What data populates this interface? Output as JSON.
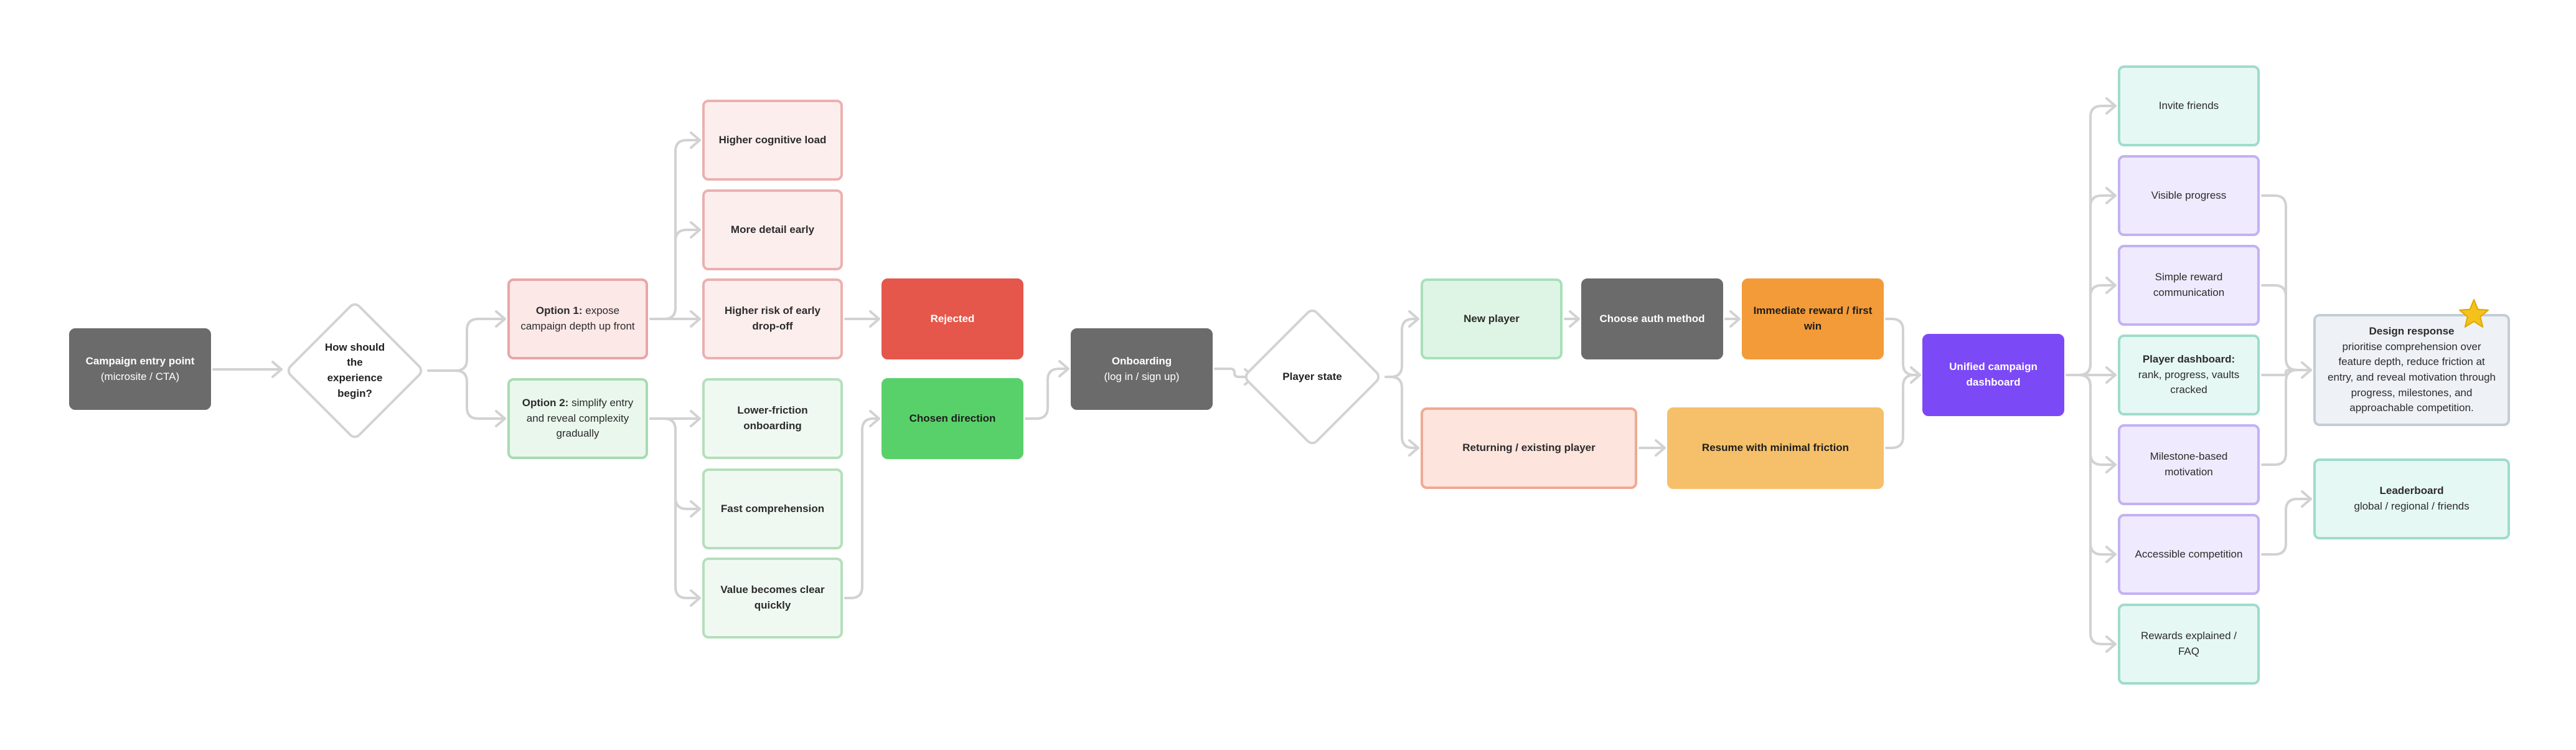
{
  "nodes": {
    "entry": {
      "title": "Campaign entry point",
      "sub": "(microsite / CTA)"
    },
    "question": {
      "text": "How should the experience begin?"
    },
    "option1": {
      "label": "Option 1:",
      "text": " expose campaign depth up front"
    },
    "option2": {
      "label": "Option 2:",
      "text": " simplify entry and reveal complexity gradually"
    },
    "o1_effects": [
      "Higher cognitive load",
      "More detail early",
      "Higher risk of early drop-off"
    ],
    "o2_effects": [
      "Lower-friction onboarding",
      "Fast comprehension",
      "Value becomes clear quickly"
    ],
    "rejected": "Rejected",
    "chosen": "Chosen direction",
    "onboarding": {
      "title": "Onboarding",
      "sub": "(log in / sign up)"
    },
    "player_state": "Player state",
    "new_player": "New player",
    "auth": "Choose auth method",
    "reward": "Immediate reward / first win",
    "returning": "Returning / existing player",
    "resume": "Resume with minimal friction",
    "dashboard": "Unified campaign dashboard",
    "features": [
      {
        "text": "Invite friends",
        "style": "teal"
      },
      {
        "text": "Visible progress",
        "style": "lav"
      },
      {
        "text": "Simple reward communication",
        "style": "lav"
      },
      {
        "label": "Player dashboard:",
        "text": " rank, progress, vaults cracked",
        "style": "teal"
      },
      {
        "text": "Milestone-based motivation",
        "style": "lav"
      },
      {
        "text": "Accessible competition",
        "style": "lav"
      },
      {
        "text": "Rewards explained / FAQ",
        "style": "teal"
      }
    ],
    "design_response": {
      "title": "Design response",
      "text": "prioritise comprehension over feature depth, reduce friction at entry, and reveal motivation through progress, milestones, and approachable competition."
    },
    "leaderboard": {
      "title": "Leaderboard",
      "sub": "global / regional / friends"
    }
  },
  "icons": {
    "highlight": "star-icon"
  },
  "colors": {
    "connector": "#d2d2d2",
    "dark": "#6b6b6b",
    "rejected": "#e4574a",
    "chosen": "#59d16a",
    "reward": "#f39b38",
    "resume": "#f5c069",
    "dashboard": "#7c49f6",
    "star": "#f5c21b"
  }
}
